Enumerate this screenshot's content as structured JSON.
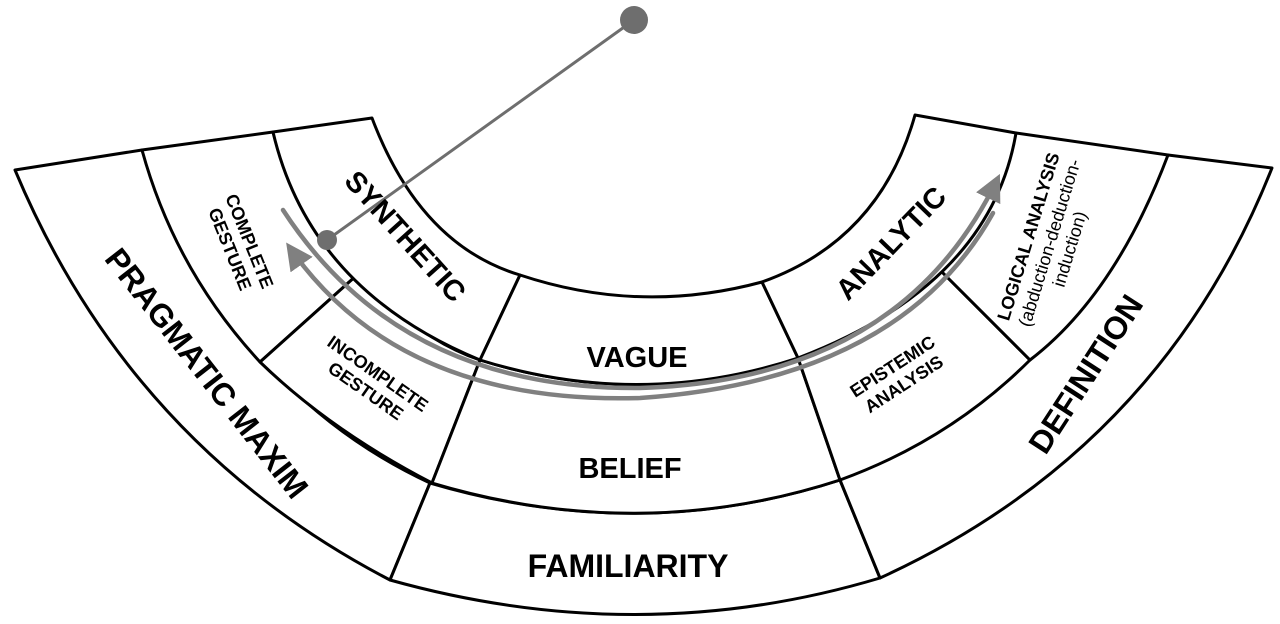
{
  "labels": {
    "pragmatic_maxim": "PRAGMATIC MAXIM",
    "familiarity": "FAMILIARITY",
    "definition": "DEFINITION",
    "complete_gesture_1": "COMPLETE",
    "complete_gesture_2": "GESTURE",
    "incomplete_gesture_1": "INCOMPLETE",
    "incomplete_gesture_2": "GESTURE",
    "belief": "BELIEF",
    "epistemic_analysis_1": "EPISTEMIC",
    "epistemic_analysis_2": "ANALYSIS",
    "logical_analysis_1": "LOGICAL ANALYSIS",
    "logical_analysis_2": "(abduction-deduction-",
    "logical_analysis_3": "induction)",
    "synthetic": "SYNTHETIC",
    "vague": "VAGUE",
    "analytic": "ANALYTIC"
  },
  "colors": {
    "stroke": "#000000",
    "fill": "#ffffff",
    "arrow": "#808080",
    "pendulum": "#6e6e6e"
  }
}
